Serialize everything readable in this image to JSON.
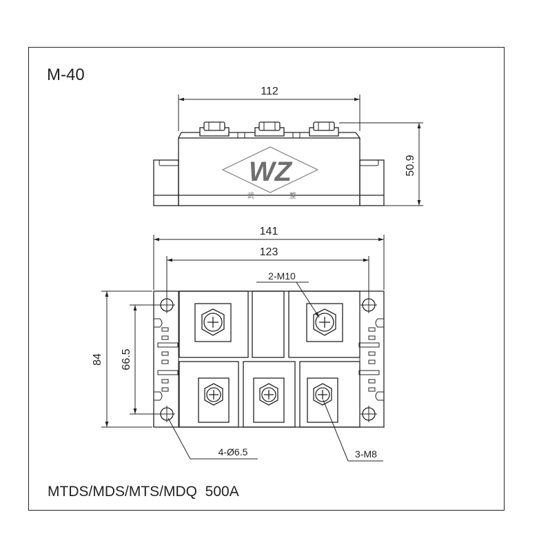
{
  "model": "M-40",
  "spec_line": "MTDS/MDS/MTS/MDQ  500A",
  "logo": {
    "letters": "WZ",
    "char_left": "武",
    "char_right": "整"
  },
  "dimensions": {
    "side_width": "112",
    "side_height": "50.9",
    "overall_length": "141",
    "hole_spacing": "123",
    "overall_width": "84",
    "hole_pitch": "66.5"
  },
  "callouts": {
    "main_terminals": "2-M10",
    "mounting_holes": "4-Ø6.5",
    "aux_terminals": "3-M8"
  }
}
